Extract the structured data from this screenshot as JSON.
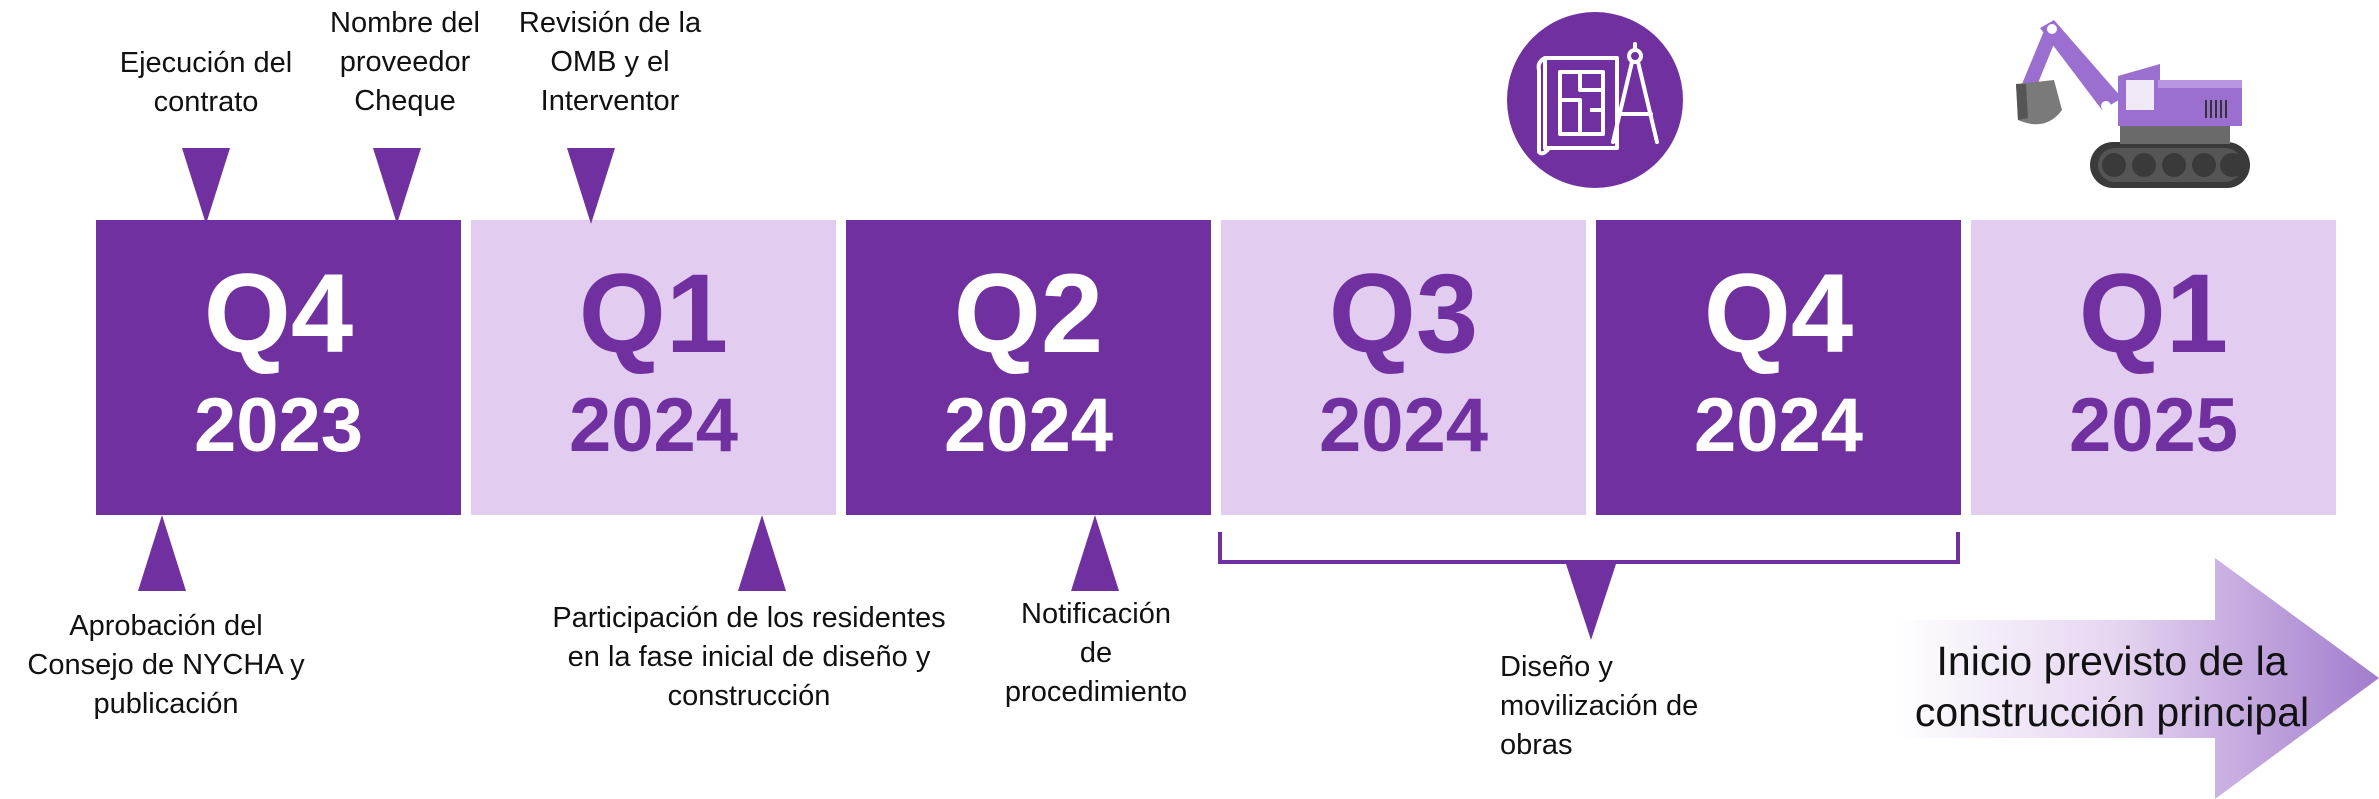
{
  "quarters": [
    {
      "quarter": "Q4",
      "year": "2023",
      "style": "dark"
    },
    {
      "quarter": "Q1",
      "year": "2024",
      "style": "light"
    },
    {
      "quarter": "Q2",
      "year": "2024",
      "style": "dark"
    },
    {
      "quarter": "Q3",
      "year": "2024",
      "style": "light"
    },
    {
      "quarter": "Q4",
      "year": "2024",
      "style": "dark"
    },
    {
      "quarter": "Q1",
      "year": "2025",
      "style": "light"
    }
  ],
  "top_milestones": {
    "contract_execution": "Ejecución del\ncontrato",
    "vendor_name": "Nombre del\nproveedor\nCheque",
    "omb_review": "Revisión de la\nOMB y el\nInterventor"
  },
  "bottom_milestones": {
    "board_approval": "Aprobación del\nConsejo de NYCHA y\npublicación",
    "resident_participation": "Participación de los residentes\nen la fase inicial de diseño y\nconstrucción",
    "procedure_notification": "Notificación\nde\nprocedimiento",
    "design_mobilization": "Diseño y\nmovilización de\nobras"
  },
  "construction_start": "Inicio previsto de la\nconstrucción principal",
  "icons": {
    "design": "blueprint-compass-icon",
    "construction": "excavator-icon"
  },
  "colors": {
    "dark_purple": "#7030a0",
    "light_purple": "#e2cdf0",
    "icon_purple": "#9b6fd0"
  }
}
